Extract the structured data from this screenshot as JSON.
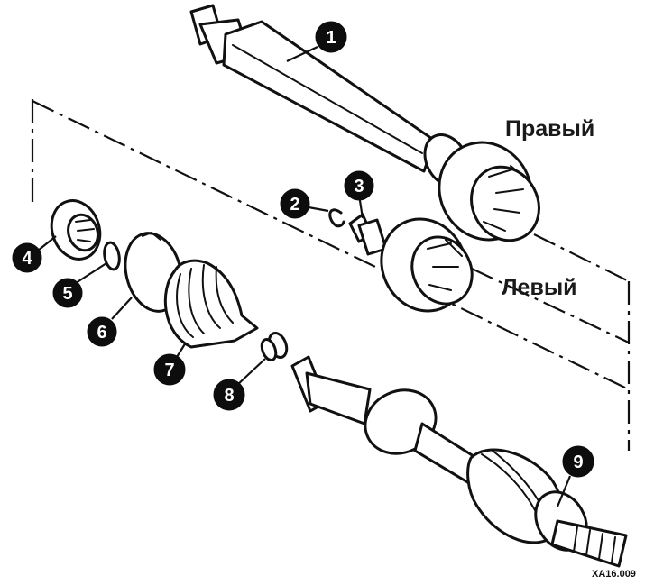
{
  "labels": {
    "right": "Правый",
    "left": "Левый",
    "figure_code": "XA16.009"
  },
  "callouts": [
    "1",
    "2",
    "3",
    "4",
    "5",
    "6",
    "7",
    "8",
    "9"
  ]
}
